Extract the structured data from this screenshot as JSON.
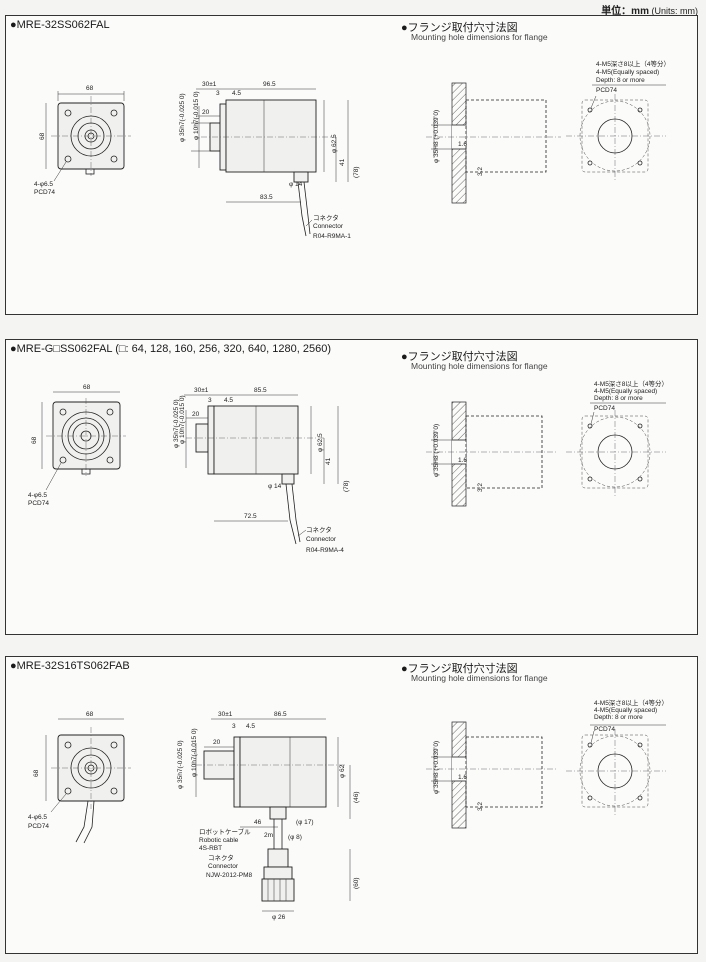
{
  "units": {
    "label_ja": "単位：mm",
    "label_en": "(Units: mm)"
  },
  "flange_title": "●フランジ取付穴寸法図",
  "flange_subtitle": "Mounting hole dimensions for flange",
  "panels": [
    {
      "model": "●MRE-32SS062FAL",
      "front": {
        "width": "68",
        "height": "68",
        "holes": "4-φ6.5",
        "pcd": "PCD74",
        "key": "1"
      },
      "side": {
        "flange": "30±1",
        "body": "96.5",
        "d3": "3",
        "d45": "4.5",
        "d20": "20",
        "shaft": "φ 35h7(-0.025 0)",
        "bore": "φ 10h7(-0.015 0)",
        "dia": "φ 62.5",
        "h41": "41",
        "h78": "(78)",
        "conn": "φ 14",
        "d835": "83.5"
      },
      "connector": {
        "ja": "コネクタ",
        "en": "Connector",
        "part": "R04-R9MA-1"
      },
      "flange": {
        "spec_ja": "4-M5深さ8以上（4等分）",
        "spec_en": "4-M5(Equally spaced)",
        "depth": "Depth: 8 or more",
        "pcd": "PCD74",
        "bore": "φ 35H8 (+0.039 0)",
        "d16": "1.6",
        "d32": "3.2"
      }
    },
    {
      "model": "●MRE-G□SS062FAL (□: 64, 128, 160, 256, 320, 640, 1280, 2560)",
      "front": {
        "width": "68",
        "height": "68",
        "holes": "4-φ6.5",
        "pcd": "PCD74",
        "key": "1"
      },
      "side": {
        "flange": "30±1",
        "body": "85.5",
        "d3": "3",
        "d45": "4.5",
        "d20": "20",
        "shaft": "φ 35h7(-0.025 0)",
        "bore": "φ 10h7(-0.015 0)",
        "dia": "φ 62.5",
        "h41": "41",
        "h78": "(78)",
        "conn": "φ 14",
        "d835": "72.5"
      },
      "connector": {
        "ja": "コネクタ",
        "en": "Connector",
        "part": "R04-R9MA-4"
      },
      "flange": {
        "spec_ja": "4-M5深さ8以上（4等分）",
        "spec_en": "4-M5(Equally spaced)",
        "depth": "Depth: 8 or more",
        "pcd": "PCD74",
        "bore": "φ 35H8 (+0.039 0)",
        "d16": "1.6",
        "d32": "3.2"
      }
    },
    {
      "model": "●MRE-32S16TS062FAB",
      "front": {
        "width": "68",
        "height": "68",
        "holes": "4-φ6.5",
        "pcd": "PCD74",
        "key": "1"
      },
      "side": {
        "flange": "30±1",
        "body": "86.5",
        "d3": "3",
        "d45": "4.5",
        "d20": "20",
        "shaft": "φ 35h7(-0.025 0)",
        "bore": "φ 10h7(-0.015 0)",
        "dia": "φ 62",
        "h46": "(46)",
        "d46": "46",
        "d17": "(φ 17)",
        "d8": "(φ 8)",
        "cable_len": "2m",
        "h60": "(60)",
        "d26": "φ 26"
      },
      "cable": {
        "ja": "ロボットケーブル",
        "en": "Robotic cable",
        "part": "4S-RBT"
      },
      "connector": {
        "ja": "コネクタ",
        "en": "Connector",
        "part": "NJW-2012-PM8"
      },
      "flange": {
        "spec_ja": "4-M5深さ8以上（4等分）",
        "spec_en": "4-M5(Equally spaced)",
        "depth": "Depth: 8 or more",
        "pcd": "PCD74",
        "bore": "φ 35H8 (+0.039 0)",
        "d16": "1.6",
        "d32": "3.2"
      }
    }
  ]
}
